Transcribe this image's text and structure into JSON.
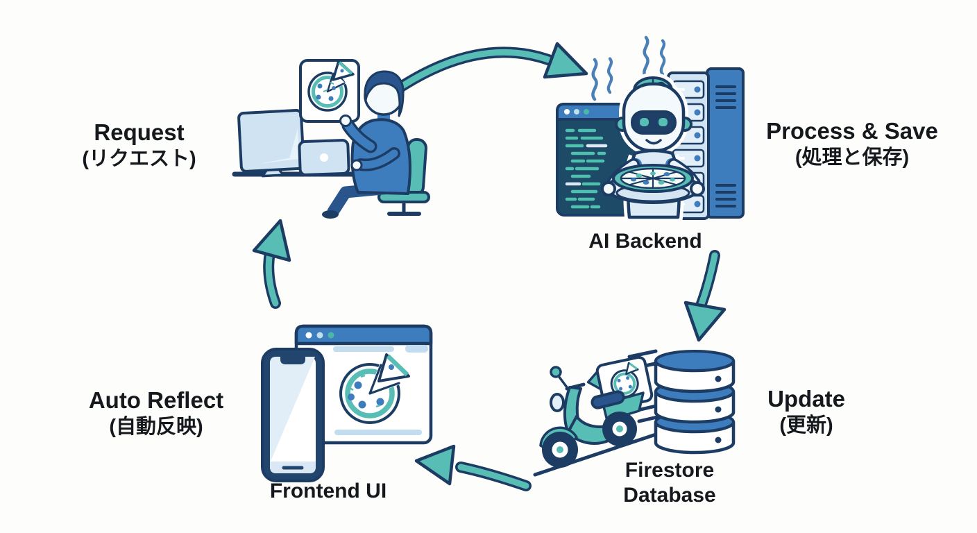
{
  "colors": {
    "bg": "#fdfdfb",
    "navy": "#1c3c64",
    "teal": "#58bdb5",
    "blue": "#3d7cbd",
    "blue-dark": "#2a558c",
    "light-blue": "#cfe3f2",
    "pale-blue": "#c3ddf0",
    "code-bg": "#1d4a66",
    "code-text": "#4fc0ae",
    "text": "#15181c"
  },
  "steps": {
    "request": {
      "title": "Request",
      "subtitle": "(リクエスト)"
    },
    "process_save": {
      "title": "Process & Save",
      "subtitle": "(処理と保存)"
    },
    "ai_backend": {
      "label": "AI Backend"
    },
    "update": {
      "title": "Update",
      "subtitle": "(更新)"
    },
    "firestore": {
      "line1": "Firestore",
      "line2": "Database"
    },
    "frontend": {
      "label": "Frontend UI"
    },
    "auto_reflect": {
      "title": "Auto Reflect",
      "subtitle": "(自動反映)"
    }
  }
}
